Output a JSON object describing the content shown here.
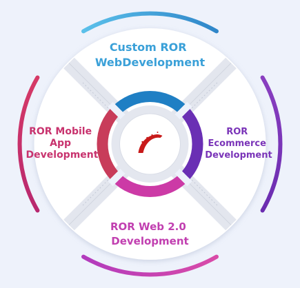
{
  "segments": {
    "top": {
      "lines": [
        "Custom ROR",
        "WebDevelopment"
      ],
      "color": "#3aa0d8"
    },
    "left": {
      "lines": [
        "ROR Mobile",
        "App",
        "Development"
      ],
      "color": "#c8336e"
    },
    "right": {
      "lines": [
        "ROR",
        "Ecommerce",
        "Development"
      ],
      "color": "#7a34b8"
    },
    "bottom": {
      "lines": [
        "ROR Web 2.0",
        "Development"
      ],
      "color": "#c13fb0"
    }
  },
  "hub": {
    "arc_colors": {
      "top": "#1f7fc4",
      "right": "#6a2fb4",
      "bottom": "#cc3aa6",
      "left": "#c83c5a"
    },
    "logo_icon": "ruby-on-rails-logo-icon",
    "logo_color": "#c81a1a"
  },
  "colors": {
    "background": "#eef2fb",
    "panel": "#ffffff",
    "band": "#e3e6ee"
  }
}
